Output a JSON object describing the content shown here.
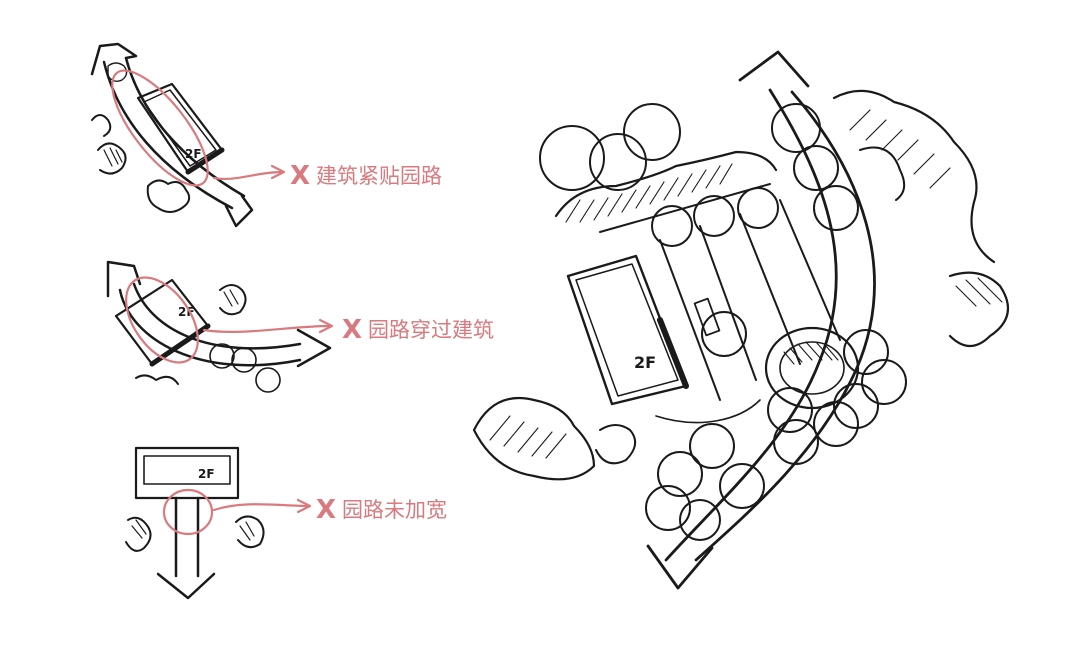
{
  "colors": {
    "ink": "#1a1a1a",
    "annotation": "#d87a7e",
    "background": "#ffffff"
  },
  "x_symbol": "X",
  "floor_label": "2F",
  "examples": [
    {
      "id": "building-hugs-road",
      "label": "建筑紧贴园路"
    },
    {
      "id": "road-through-building",
      "label": "园路穿过建筑"
    },
    {
      "id": "road-not-widened",
      "label": "园路未加宽"
    }
  ]
}
